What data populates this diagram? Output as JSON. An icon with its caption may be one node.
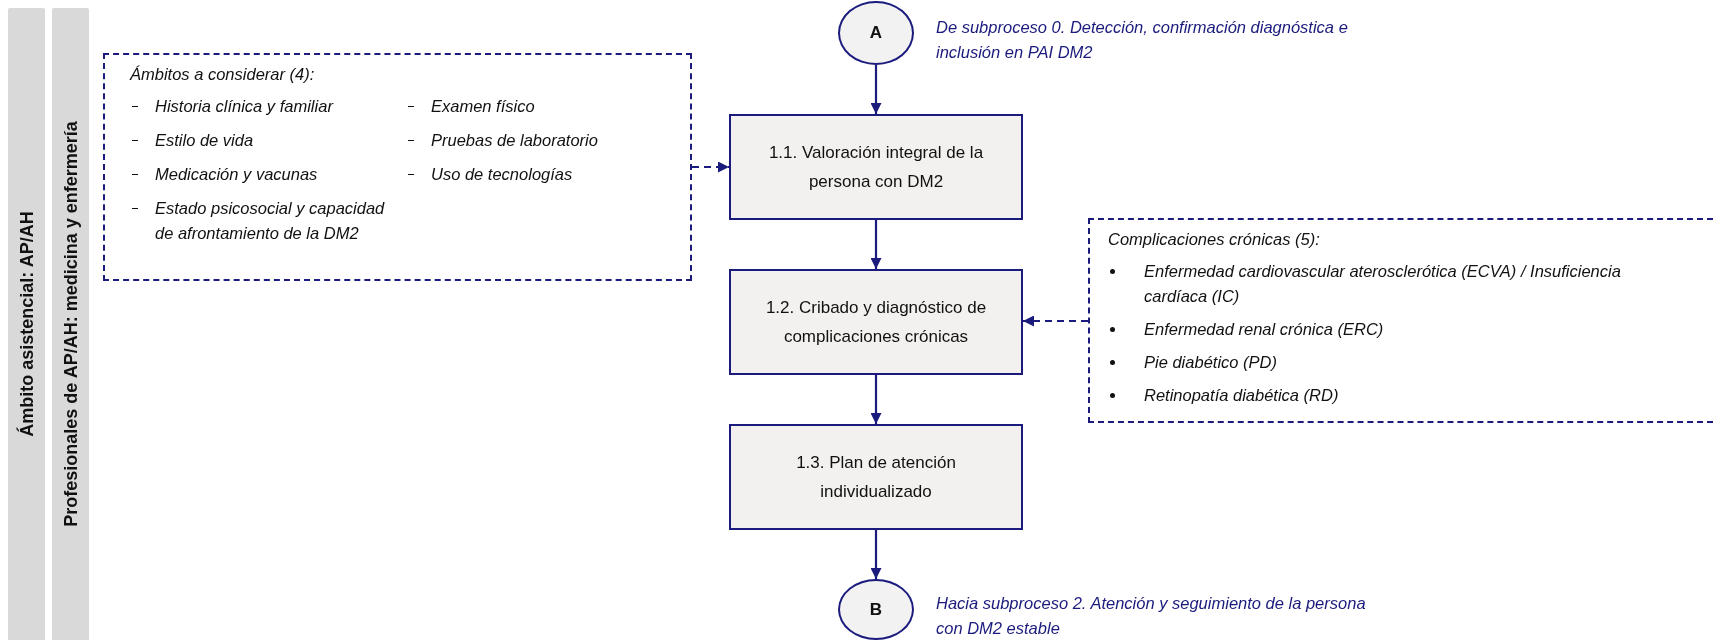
{
  "diagram": {
    "nodes": [
      {
        "text": [
          "Ámbito asistencial: AP/AH"
        ]
      },
      {
        "text": [
          "Profesionales de AP/AH: medicina y enfermería"
        ]
      },
      {
        "text": [
          "A"
        ],
        "beside": [
          "De subproceso 0. Detección, confirmación diagnóstica e inclusión en PAI DM2"
        ]
      },
      {
        "text": [
          "Ámbitos a considerar (4):",
          "Historia clínica y familiar",
          "Examen físico",
          "Estilo de vida",
          "Pruebas de laboratorio",
          "Medicación y vacunas",
          "Uso de tecnologías",
          "Estado psicosocial y capacidad de afrontamiento de la DM2"
        ]
      },
      {
        "text": [
          "1.1. Valoración integral de la persona con DM2"
        ]
      },
      {
        "text": [
          "1.2. Cribado y diagnóstico de complicaciones crónicas"
        ]
      },
      {
        "text": [
          "1.3. Plan de atención individualizado"
        ]
      },
      {
        "text": [
          "B"
        ],
        "beside": [
          "Hacia subproceso 2. Atención y seguimiento de la persona con DM2 estable"
        ]
      },
      {
        "text": [
          "Complicaciones crónicas (5):",
          "Enfermedad cardiovascular aterosclerótica (ECVA) / Insuficiencia cardíaca (IC)",
          "Enfermedad renal crónica (ERC)",
          "Pie diabético (PD)",
          "Retinopatía diabética (RD)"
        ]
      }
    ],
    "edges": [
      {
        "from": 2,
        "to": 4,
        "arrow": "to"
      },
      {
        "from": 3,
        "to": 4,
        "arrow": "to",
        "style": "dashed"
      },
      {
        "from": 4,
        "to": 5,
        "arrow": "to"
      },
      {
        "from": 8,
        "to": 5,
        "arrow": "to",
        "style": "dashed"
      },
      {
        "from": 5,
        "to": 6,
        "arrow": "to"
      },
      {
        "from": 6,
        "to": 7,
        "arrow": "to"
      }
    ]
  }
}
